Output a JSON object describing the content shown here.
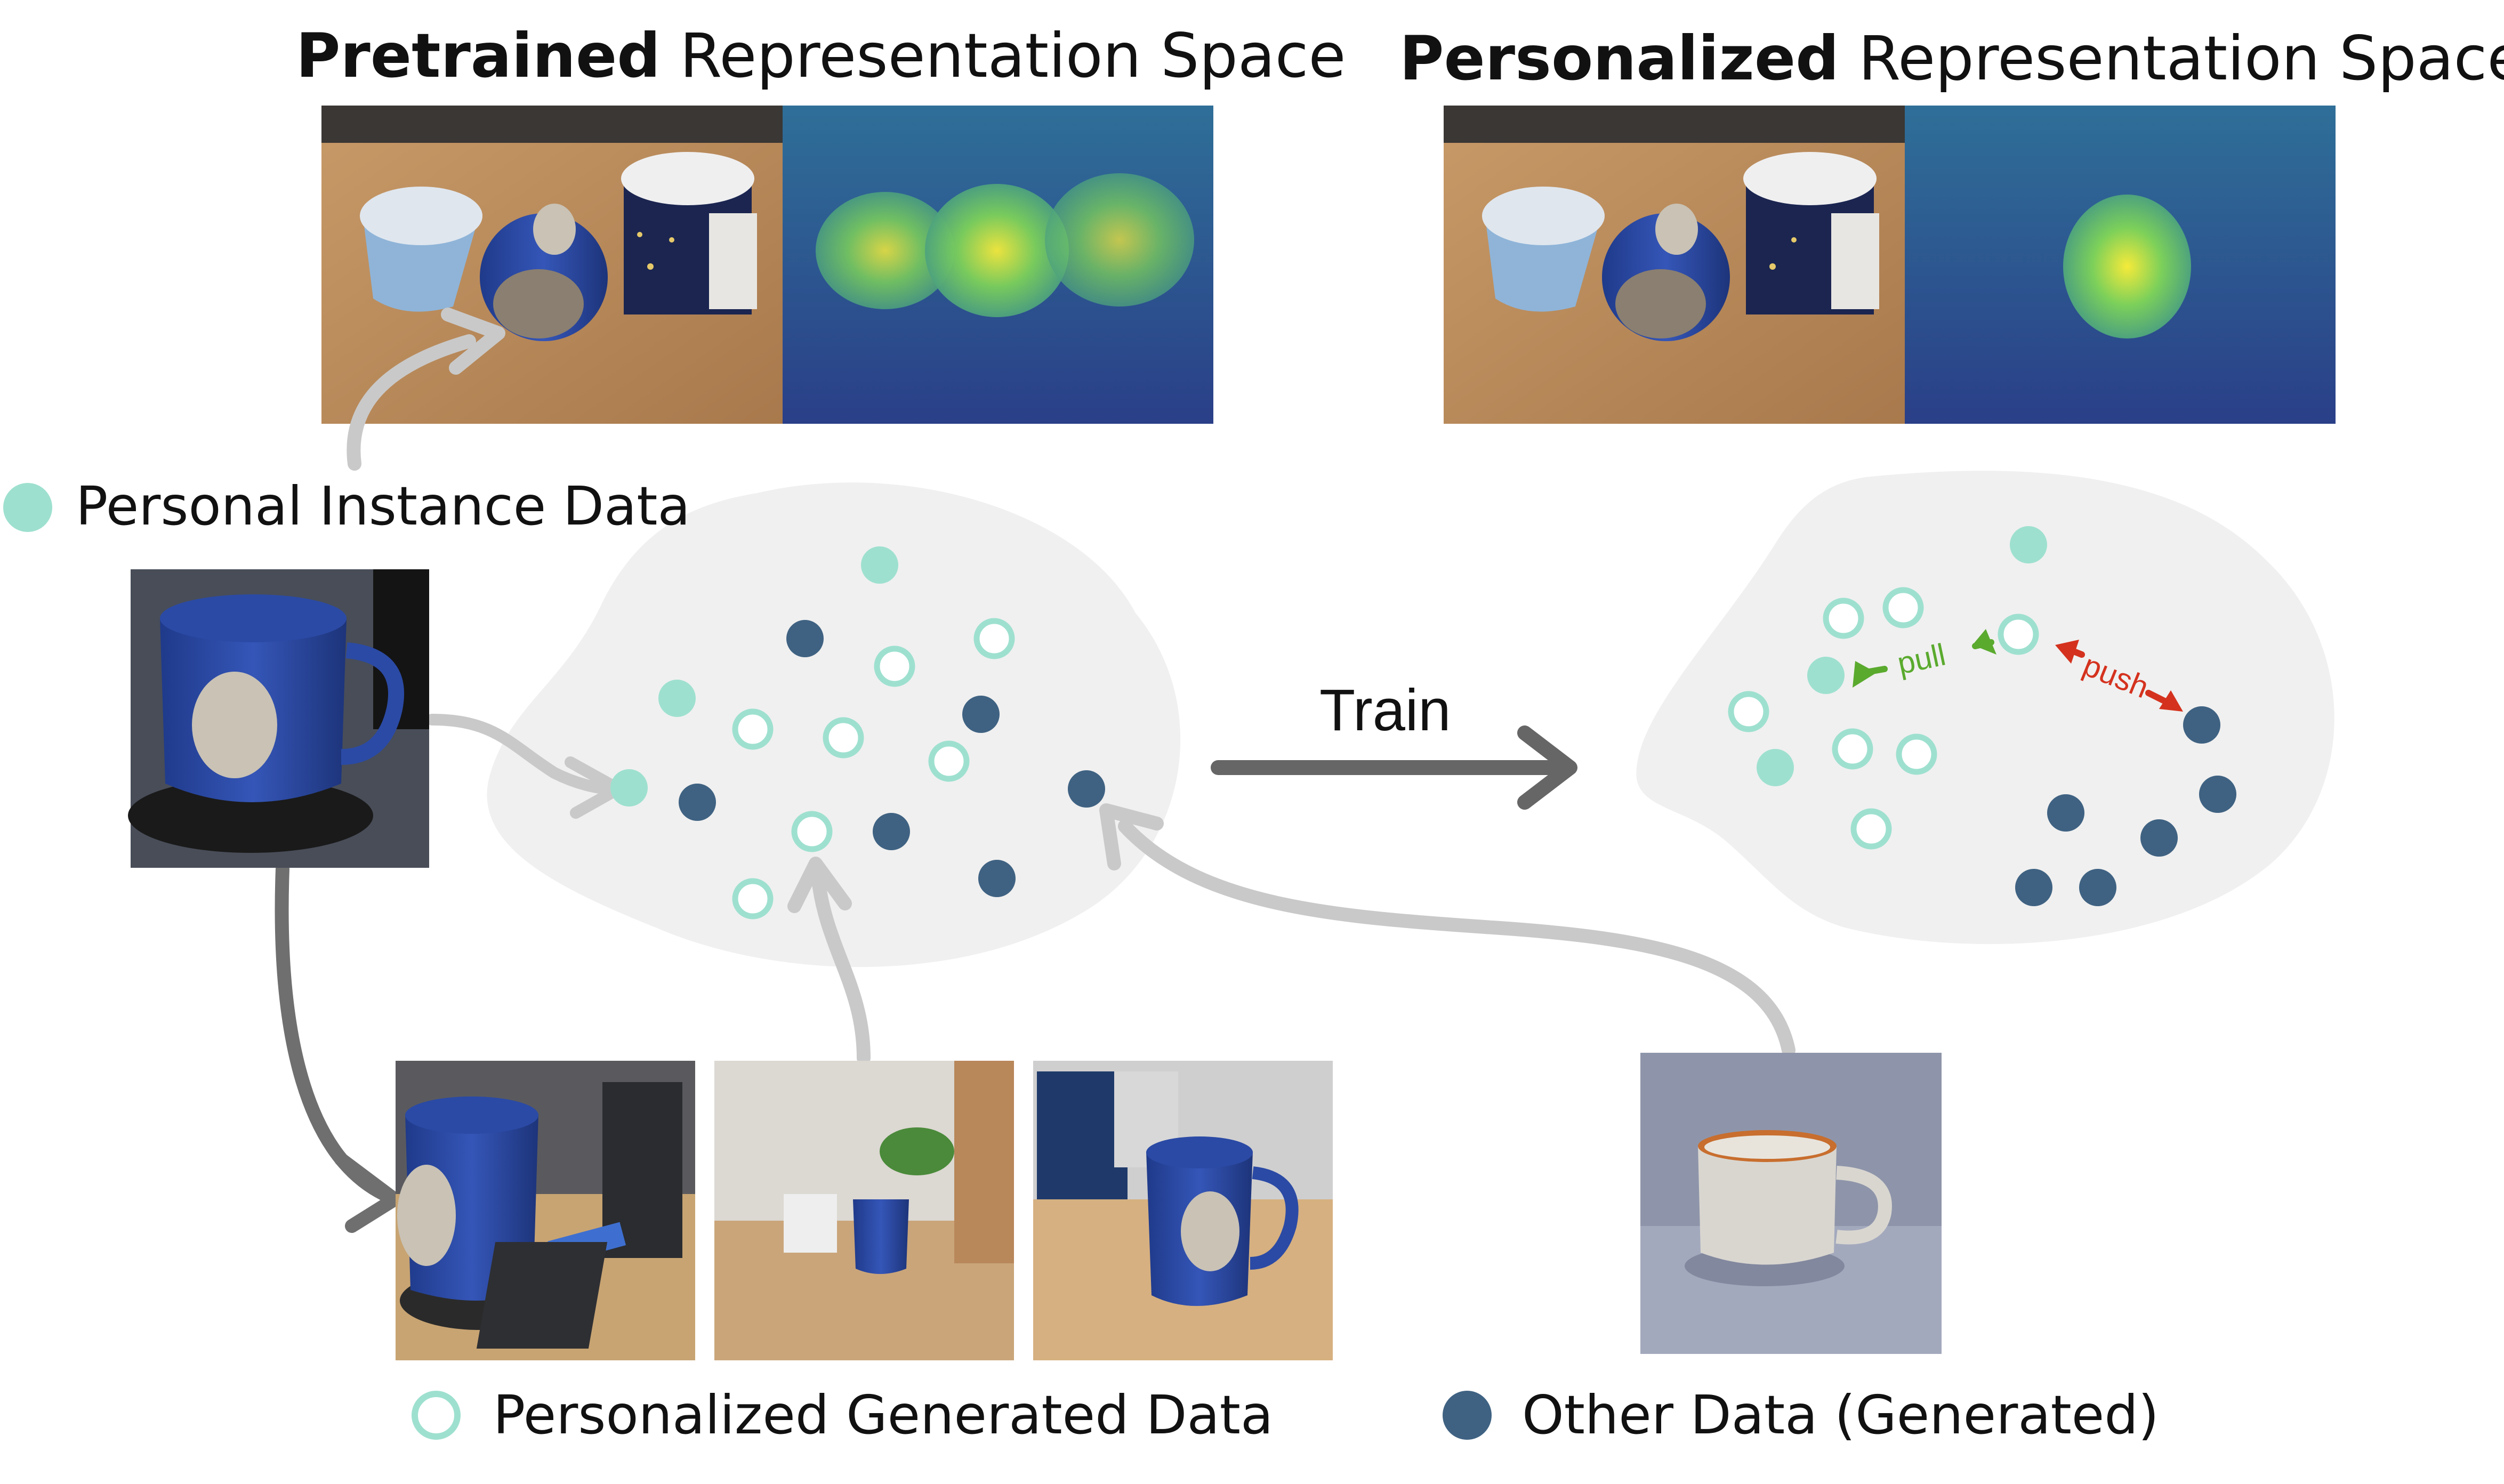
{
  "titles": {
    "pretrained_bold": "Pretrained",
    "pretrained_rest": " Representation Space",
    "personalized_bold": "Personalized",
    "personalized_rest": " Representation Space"
  },
  "legend": {
    "personal_instance": "Personal Instance Data",
    "personalized_generated": "Personalized Generated Data",
    "other_data": "Other Data (Generated)"
  },
  "labels": {
    "train": "Train",
    "pull": "pull",
    "push": "push"
  },
  "colors": {
    "teal": "#9ee0cf",
    "navy": "#3f6282",
    "pull": "#5aaa2e",
    "push": "#d4321e",
    "blob": "#f0f0f0",
    "arrow_light": "#c9c9c9",
    "arrow_dark": "#6f6f6f"
  }
}
